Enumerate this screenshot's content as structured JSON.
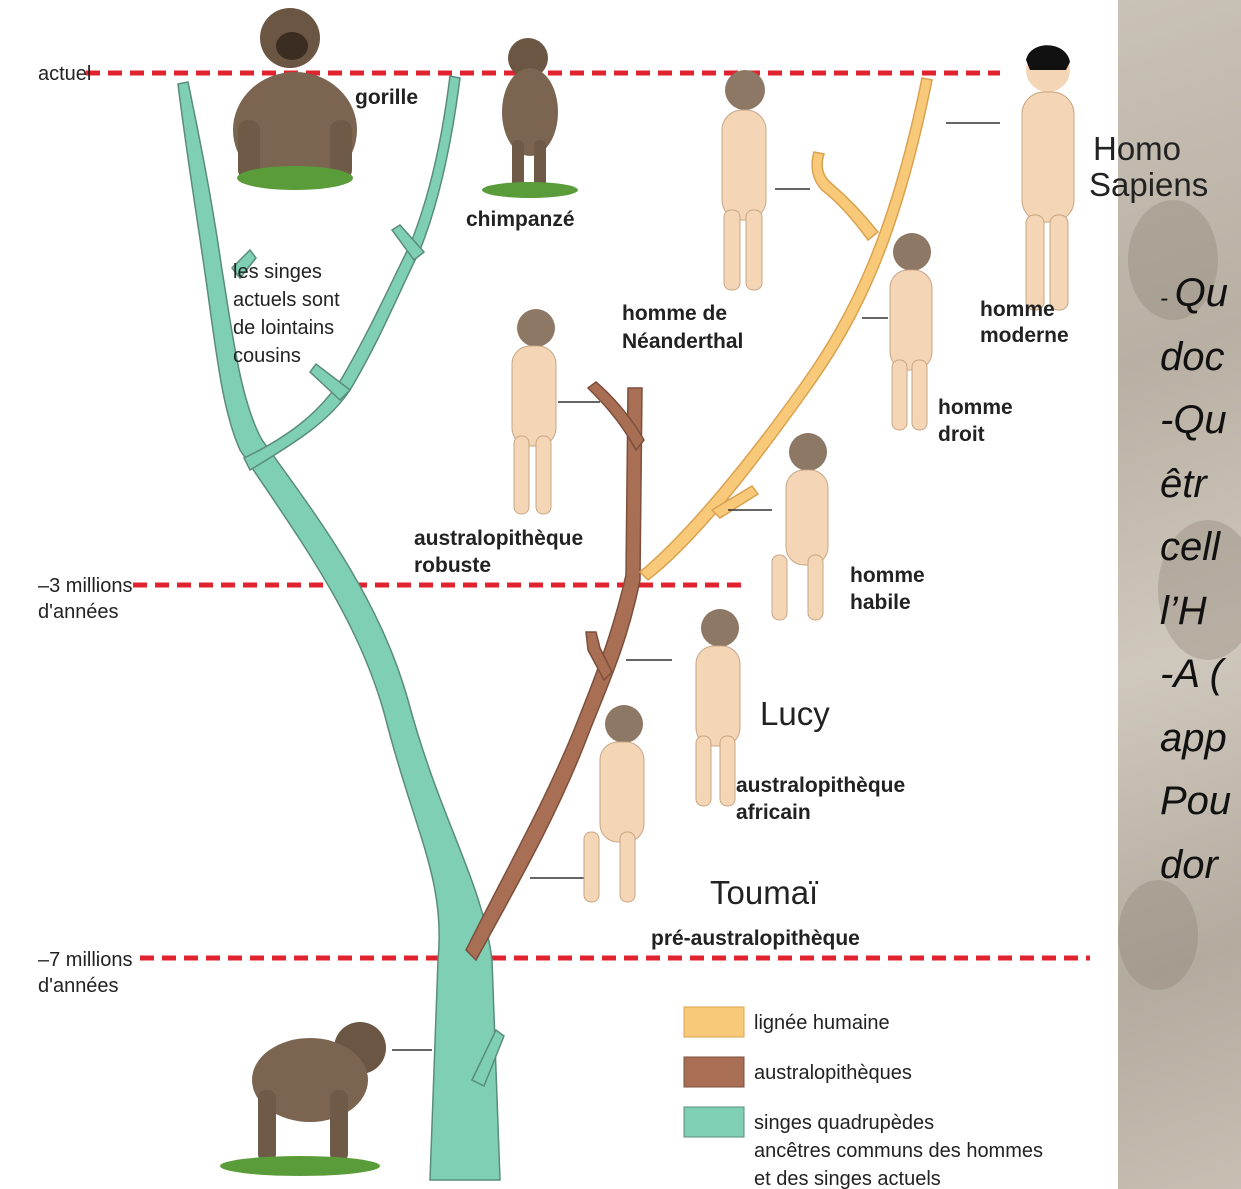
{
  "time_labels": {
    "present": "actuel",
    "minus3_line1": "–3 millions",
    "minus3_line2": "d'années",
    "minus7_line1": "–7 millions",
    "minus7_line2": "d'années"
  },
  "species": {
    "gorilla": "gorille",
    "chimpanzee": "chimpanzé",
    "neanderthal_line1": "homme de",
    "neanderthal_line2": "Néanderthal",
    "modern_line1": "homme",
    "modern_line2": "moderne",
    "erectus_line1": "homme",
    "erectus_line2": "droit",
    "habilis_line1": "homme",
    "habilis_line2": "habile",
    "robustus_line1": "australopithèque",
    "robustus_line2": "robuste",
    "africanus_line1": "australopithèque",
    "africanus_line2": "africain",
    "pre_australopithecus": "pré-australopithèque"
  },
  "annotations": {
    "apes_note_line1": "les singes",
    "apes_note_line2": "actuels sont",
    "apes_note_line3": "de lointains",
    "apes_note_line4": "cousins",
    "homo_sapiens_line1": "Homo",
    "homo_sapiens_line2": "Sapiens",
    "lucy": "Lucy",
    "toumai": "Toumaï"
  },
  "legend": {
    "human_lineage": "lignée humaine",
    "australopithecines": "australopithèques",
    "quadruped_line1": "singes quadrupèdes",
    "quadruped_line2": "ancêtres communs des hommes",
    "quadruped_line3": "et des singes actuels"
  },
  "colors": {
    "human_lineage": "#f9c97a",
    "australopithecines": "#a86f55",
    "quadruped_apes": "#7fcfb5",
    "time_line": "#e0232e",
    "ape_fur": "#7b6551",
    "human_skin": "#f4d6b6"
  },
  "side_text": {
    "line1_dash": "- ",
    "line1": "Qu",
    "line2": "doc",
    "line3": "-Qu",
    "line4": "êtr",
    "line5": "cell",
    "line6": "l’H",
    "line7": "-A (",
    "line8": "app",
    "line9": "Pou",
    "line10": "dor"
  }
}
